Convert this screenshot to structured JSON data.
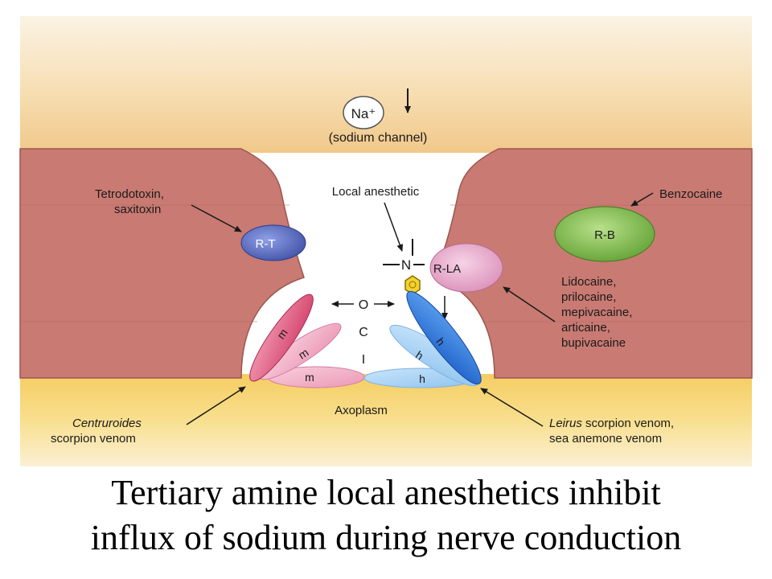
{
  "diagram": {
    "na_label": "Na⁺",
    "channel_label": "(sodium channel)",
    "toxin_label_line1": "Tetrodotoxin,",
    "toxin_label_line2": "saxitoxin",
    "local_anesthetic_label": "Local anesthetic",
    "benzocaine_label": "Benzocaine",
    "receptor_rt": "R-T",
    "receptor_rla": "R-LA",
    "receptor_rb": "R-B",
    "amine_n": "N",
    "drugs": [
      "Lidocaine,",
      "prilocaine,",
      "mepivacaine,",
      "articaine,",
      "bupivacaine"
    ],
    "state_o": "O",
    "state_c": "C",
    "state_i": "I",
    "gate_m": "m",
    "gate_h": "h",
    "axoplasm_label": "Axoplasm",
    "centruroides_line1": "Centruroides",
    "centruroides_line2": "scorpion venom",
    "leirus_line1_italic": "Leirus",
    "leirus_line1_rest": " scorpion venom,",
    "leirus_line2": "sea anemone venom"
  },
  "caption": {
    "line1": "Tertiary amine local anesthetics inhibit",
    "line2": "influx of sodium during nerve conduction"
  },
  "colors": {
    "membrane": "#c9776f",
    "extracellular": "#f3c98a",
    "axoplasm": "#f6d36c",
    "receptor_rt": "#5c6fc4",
    "receptor_rla": "#e9a6c8",
    "receptor_rb": "#7cbf4e",
    "gate_m": "#e05478",
    "gate_h": "#2a6fd6"
  }
}
